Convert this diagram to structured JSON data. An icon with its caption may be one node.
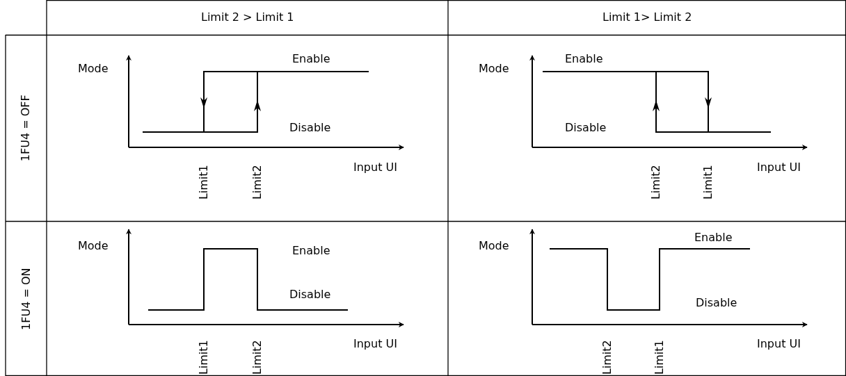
{
  "diagram": {
    "labels": [
      "Limit 2 > Limit 1",
      "Limit 1> Limit 2",
      "1FU4 = OFF",
      "Mode",
      "Enable",
      "Disable",
      "Input UI",
      "Limit1",
      "Limit2",
      "Mode",
      "Enable",
      "Disable",
      "Input UI",
      "Limit2",
      "Limit1",
      "1FU4 = ON",
      "Mode",
      "Enable",
      "Disable",
      "Input UI",
      "Limit1",
      "Limit2",
      "Mode",
      "Enable",
      "Disable",
      "Input UI",
      "Limit2",
      "Limit1"
    ]
  }
}
